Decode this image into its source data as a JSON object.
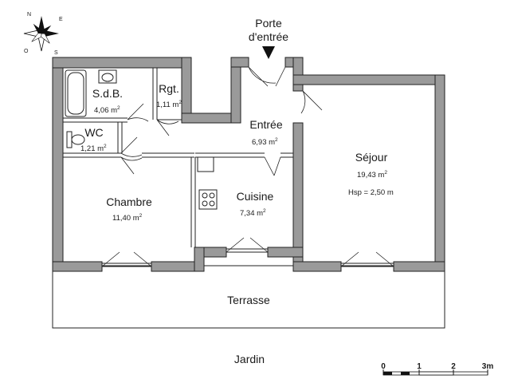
{
  "compass": {
    "labels": {
      "n": "N",
      "e": "E",
      "s": "S",
      "o": "O"
    }
  },
  "entrance": {
    "line1": "Porte",
    "line2": "d'entrée"
  },
  "rooms": {
    "sdb": {
      "name": "S.d.B.",
      "area": "4,06 m",
      "unit_sup": "2"
    },
    "rgt": {
      "name": "Rgt.",
      "area": "1,11 m",
      "unit_sup": "2"
    },
    "wc": {
      "name": "WC",
      "area": "1,21 m",
      "unit_sup": "2"
    },
    "entree": {
      "name": "Entrée",
      "area": "6,93 m",
      "unit_sup": "2"
    },
    "sejour": {
      "name": "Séjour",
      "area": "19,43 m",
      "unit_sup": "2",
      "hsp": "Hsp = 2,50 m"
    },
    "chambre": {
      "name": "Chambre",
      "area": "11,40 m",
      "unit_sup": "2"
    },
    "cuisine": {
      "name": "Cuisine",
      "area": "7,34 m",
      "unit_sup": "2"
    }
  },
  "outside": {
    "terrasse": "Terrasse",
    "jardin": "Jardin"
  },
  "scale": {
    "t0": "0",
    "t1": "1",
    "t2": "2",
    "t3": "3m"
  }
}
